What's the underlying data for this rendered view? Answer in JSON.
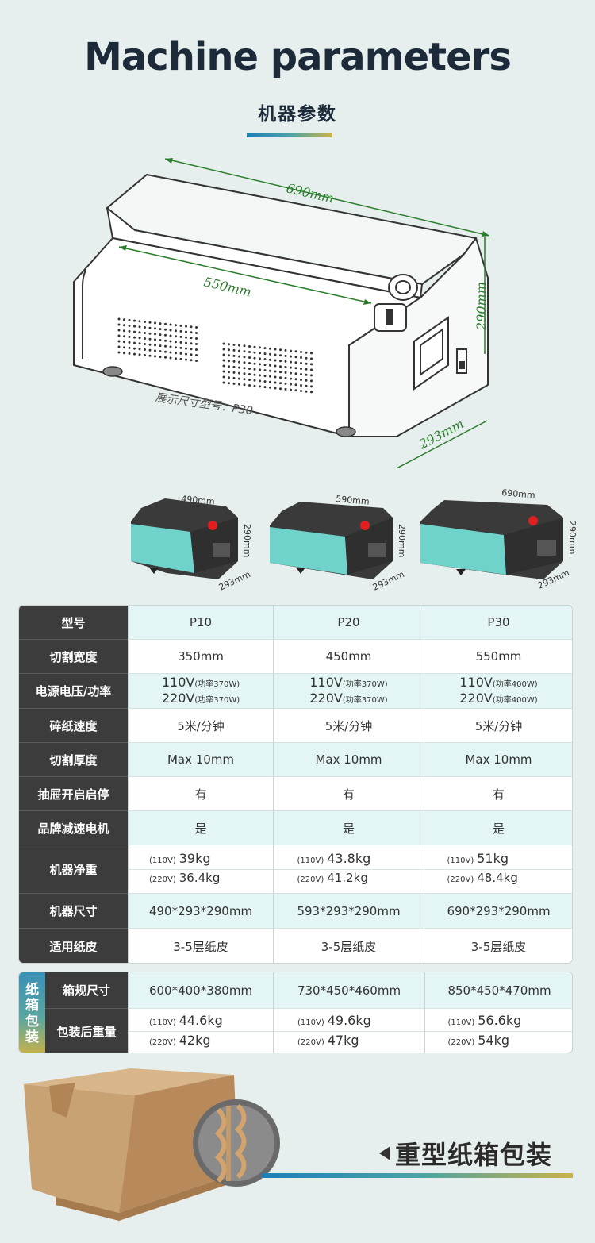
{
  "header": {
    "title_en": "Machine parameters",
    "title_cn": "机器参数"
  },
  "hero": {
    "dim_length": "690mm",
    "dim_width": "550mm",
    "dim_height": "290mm",
    "dim_depth": "293mm",
    "caption": "展示尺寸型号：P30"
  },
  "minis": [
    {
      "w": "490mm",
      "h": "290mm",
      "d": "293mm"
    },
    {
      "w": "590mm",
      "h": "290mm",
      "d": "293mm"
    },
    {
      "w": "690mm",
      "h": "290mm",
      "d": "293mm"
    }
  ],
  "spec": {
    "labels": [
      "型号",
      "切割宽度",
      "电源电压/功率",
      "碎纸速度",
      "切割厚度",
      "抽屉开启启停",
      "品牌减速电机",
      "机器净重",
      "机器尺寸",
      "适用纸皮"
    ],
    "models": [
      "P10",
      "P20",
      "P30"
    ],
    "cut_width": [
      "350mm",
      "450mm",
      "550mm"
    ],
    "power": [
      {
        "v1": "110V",
        "p1": "(功率370W)",
        "v2": "220V",
        "p2": "(功率370W)"
      },
      {
        "v1": "110V",
        "p1": "(功率370W)",
        "v2": "220V",
        "p2": "(功率370W)"
      },
      {
        "v1": "110V",
        "p1": "(功率400W)",
        "v2": "220V",
        "p2": "(功率400W)"
      }
    ],
    "speed": [
      "5米/分钟",
      "5米/分钟",
      "5米/分钟"
    ],
    "thickness": [
      "Max 10mm",
      "Max 10mm",
      "Max 10mm"
    ],
    "drawer": [
      "有",
      "有",
      "有"
    ],
    "motor": [
      "是",
      "是",
      "是"
    ],
    "weight": [
      {
        "t1": "(110V)",
        "w1": "39kg",
        "t2": "(220V)",
        "w2": "36.4kg"
      },
      {
        "t1": "(110V)",
        "w1": "43.8kg",
        "t2": "(220V)",
        "w2": "41.2kg"
      },
      {
        "t1": "(110V)",
        "w1": "51kg",
        "t2": "(220V)",
        "w2": "48.4kg"
      }
    ],
    "size": [
      "490*293*290mm",
      "593*293*290mm",
      "690*293*290mm"
    ],
    "paper": [
      "3-5层纸皮",
      "3-5层纸皮",
      "3-5层纸皮"
    ]
  },
  "pkg": {
    "side": [
      "纸",
      "箱",
      "包",
      "装"
    ],
    "labels": [
      "箱规尺寸",
      "包装后重量"
    ],
    "box": [
      "600*400*380mm",
      "730*450*460mm",
      "850*450*470mm"
    ],
    "weight": [
      {
        "t1": "(110V)",
        "w1": "44.6kg",
        "t2": "(220V)",
        "w2": "42kg"
      },
      {
        "t1": "(110V)",
        "w1": "49.6kg",
        "t2": "(220V)",
        "w2": "47kg"
      },
      {
        "t1": "(110V)",
        "w1": "56.6kg",
        "t2": "(220V)",
        "w2": "54kg"
      }
    ]
  },
  "footer": {
    "slogan": "重型纸箱包装"
  },
  "colors": {
    "teal": "#5cc9c3",
    "dark": "#3c3c3c",
    "dim_green": "#2a7d2a",
    "accent_blue": "#1c7fb6",
    "accent_gold": "#c9b24a"
  }
}
